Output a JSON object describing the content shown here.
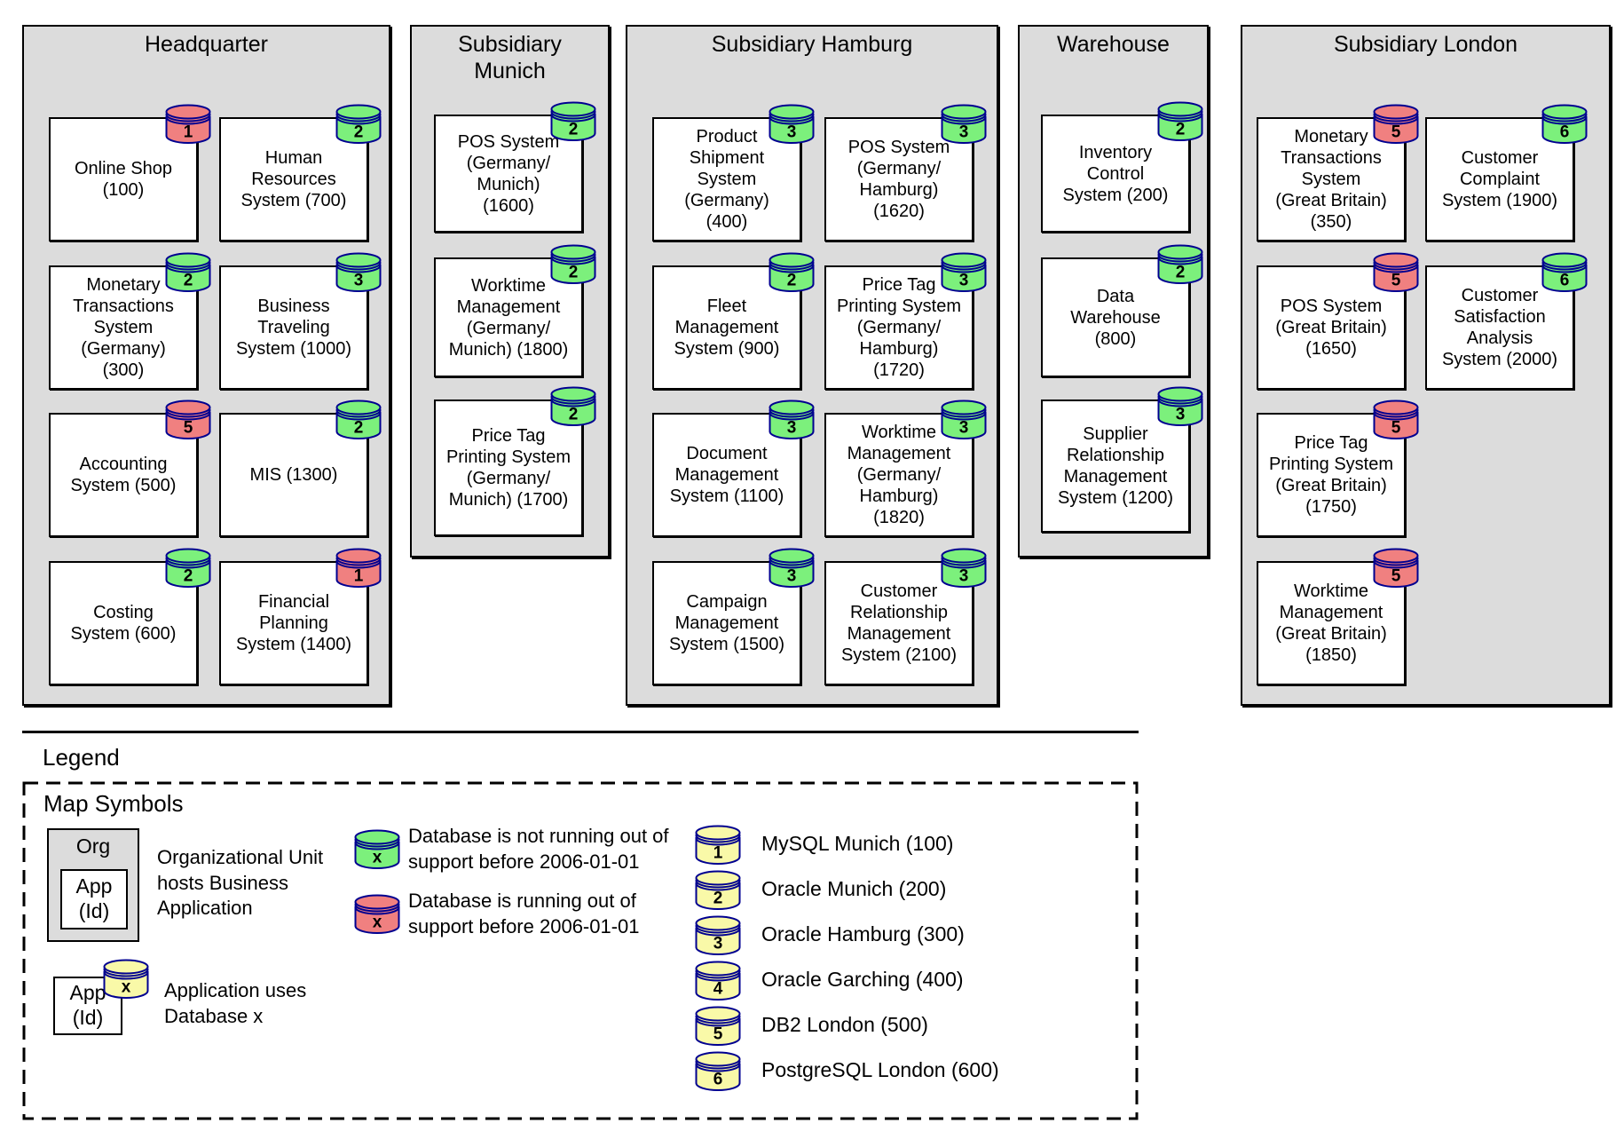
{
  "colors": {
    "db_supported": "#7cf07c",
    "db_unsupported": "#f08080",
    "db_generic": "#f9f9a8",
    "cylinder_outline": "#000090",
    "panel_bg": "#dcdcdc"
  },
  "org_units": [
    {
      "name": "Headquarter",
      "apps": [
        {
          "label": "Online Shop\n(100)",
          "db": "1",
          "status": "eol",
          "col": 0,
          "row": 0
        },
        {
          "label": "Human\nResources\nSystem (700)",
          "db": "2",
          "status": "ok",
          "col": 1,
          "row": 0
        },
        {
          "label": "Monetary\nTransactions\nSystem\n(Germany)\n(300)",
          "db": "2",
          "status": "ok",
          "col": 0,
          "row": 1
        },
        {
          "label": "Business\nTraveling\nSystem (1000)",
          "db": "3",
          "status": "ok",
          "col": 1,
          "row": 1
        },
        {
          "label": "Accounting\nSystem (500)",
          "db": "5",
          "status": "eol",
          "col": 0,
          "row": 2
        },
        {
          "label": "MIS (1300)",
          "db": "2",
          "status": "ok",
          "col": 1,
          "row": 2
        },
        {
          "label": "Costing\nSystem (600)",
          "db": "2",
          "status": "ok",
          "col": 0,
          "row": 3
        },
        {
          "label": "Financial\nPlanning\nSystem (1400)",
          "db": "1",
          "status": "eol",
          "col": 1,
          "row": 3
        }
      ]
    },
    {
      "name": "Subsidiary Munich",
      "apps": [
        {
          "label": "POS System\n(Germany/\nMunich)\n(1600)",
          "db": "2",
          "status": "ok",
          "col": 0,
          "row": 0
        },
        {
          "label": "Worktime\nManagement\n(Germany/\nMunich) (1800)",
          "db": "2",
          "status": "ok",
          "col": 0,
          "row": 1
        },
        {
          "label": "Price Tag\nPrinting System\n(Germany/\nMunich) (1700)",
          "db": "2",
          "status": "ok",
          "col": 0,
          "row": 2
        }
      ]
    },
    {
      "name": "Subsidiary Hamburg",
      "apps": [
        {
          "label": "Product\nShipment\nSystem\n(Germany)\n(400)",
          "db": "3",
          "status": "ok",
          "col": 0,
          "row": 0
        },
        {
          "label": "POS System\n(Germany/\nHamburg)\n(1620)",
          "db": "3",
          "status": "ok",
          "col": 1,
          "row": 0
        },
        {
          "label": "Fleet\nManagement\nSystem (900)",
          "db": "2",
          "status": "ok",
          "col": 0,
          "row": 1
        },
        {
          "label": "Price Tag\nPrinting System\n(Germany/\nHamburg)\n(1720)",
          "db": "3",
          "status": "ok",
          "col": 1,
          "row": 1
        },
        {
          "label": "Document\nManagement\nSystem (1100)",
          "db": "3",
          "status": "ok",
          "col": 0,
          "row": 2
        },
        {
          "label": "Worktime\nManagement\n(Germany/\nHamburg)\n(1820)",
          "db": "3",
          "status": "ok",
          "col": 1,
          "row": 2
        },
        {
          "label": "Campaign\nManagement\nSystem (1500)",
          "db": "3",
          "status": "ok",
          "col": 0,
          "row": 3
        },
        {
          "label": "Customer\nRelationship\nManagement\nSystem (2100)",
          "db": "3",
          "status": "ok",
          "col": 1,
          "row": 3
        }
      ]
    },
    {
      "name": "Warehouse",
      "apps": [
        {
          "label": "Inventory\nControl\nSystem (200)",
          "db": "2",
          "status": "ok",
          "col": 0,
          "row": 0
        },
        {
          "label": "Data\nWarehouse\n(800)",
          "db": "2",
          "status": "ok",
          "col": 0,
          "row": 1
        },
        {
          "label": "Supplier\nRelationship\nManagement\nSystem (1200)",
          "db": "3",
          "status": "ok",
          "col": 0,
          "row": 2
        }
      ]
    },
    {
      "name": "Subsidiary London",
      "apps": [
        {
          "label": "Monetary\nTransactions\nSystem\n(Great Britain)\n(350)",
          "db": "5",
          "status": "eol",
          "col": 0,
          "row": 0
        },
        {
          "label": "Customer\nComplaint\nSystem (1900)",
          "db": "6",
          "status": "ok",
          "col": 1,
          "row": 0
        },
        {
          "label": "POS System\n(Great Britain)\n(1650)",
          "db": "5",
          "status": "eol",
          "col": 0,
          "row": 1
        },
        {
          "label": "Customer\nSatisfaction\nAnalysis\nSystem (2000)",
          "db": "6",
          "status": "ok",
          "col": 1,
          "row": 1
        },
        {
          "label": "Price Tag\nPrinting System\n(Great Britain)\n(1750)",
          "db": "5",
          "status": "eol",
          "col": 0,
          "row": 2
        },
        {
          "label": "Worktime\nManagement\n(Great Britain)\n(1850)",
          "db": "5",
          "status": "eol",
          "col": 0,
          "row": 3
        }
      ]
    }
  ],
  "legend": {
    "heading": "Legend",
    "box_title": "Map Symbols",
    "org_symbol": {
      "org_label": "Org",
      "app_label": "App\n(Id)",
      "description": "Organizational Unit\nhosts Business\nApplication"
    },
    "db_ok": {
      "badge": "x",
      "description": "Database is not running out of\nsupport before 2006-01-01"
    },
    "db_eol": {
      "badge": "x",
      "description": "Database is running out of\nsupport before 2006-01-01"
    },
    "uses_symbol": {
      "app_label": "App\n(Id)",
      "badge": "x",
      "description": "Application uses\nDatabase x"
    },
    "databases": [
      {
        "id": "1",
        "name": "MySQL Munich (100)"
      },
      {
        "id": "2",
        "name": "Oracle Munich (200)"
      },
      {
        "id": "3",
        "name": "Oracle Hamburg (300)"
      },
      {
        "id": "4",
        "name": "Oracle Garching (400)"
      },
      {
        "id": "5",
        "name": "DB2 London (500)"
      },
      {
        "id": "6",
        "name": "PostgreSQL London (600)"
      }
    ]
  }
}
